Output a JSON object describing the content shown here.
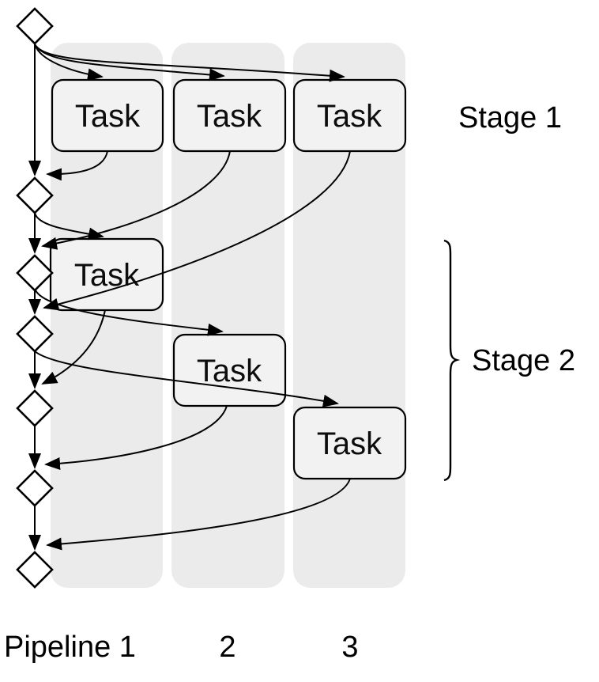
{
  "tasks": [
    {
      "id": "stage1-pipeline1",
      "label": "Task"
    },
    {
      "id": "stage1-pipeline2",
      "label": "Task"
    },
    {
      "id": "stage1-pipeline3",
      "label": "Task"
    },
    {
      "id": "stage2-pipeline1",
      "label": "Task"
    },
    {
      "id": "stage2-pipeline2",
      "label": "Task"
    },
    {
      "id": "stage2-pipeline3",
      "label": "Task"
    }
  ],
  "stages": [
    {
      "label": "Stage 1"
    },
    {
      "label": "Stage 2"
    }
  ],
  "pipelines": [
    {
      "label": "Pipeline 1"
    },
    {
      "label": "2"
    },
    {
      "label": "3"
    }
  ],
  "sync_node_count": 7,
  "colors": {
    "background": "#ffffff",
    "lane": "#ebebeb",
    "task_fill": "#f2f2f2",
    "diamond_fill": "#ffffff",
    "outline": "#000000"
  }
}
